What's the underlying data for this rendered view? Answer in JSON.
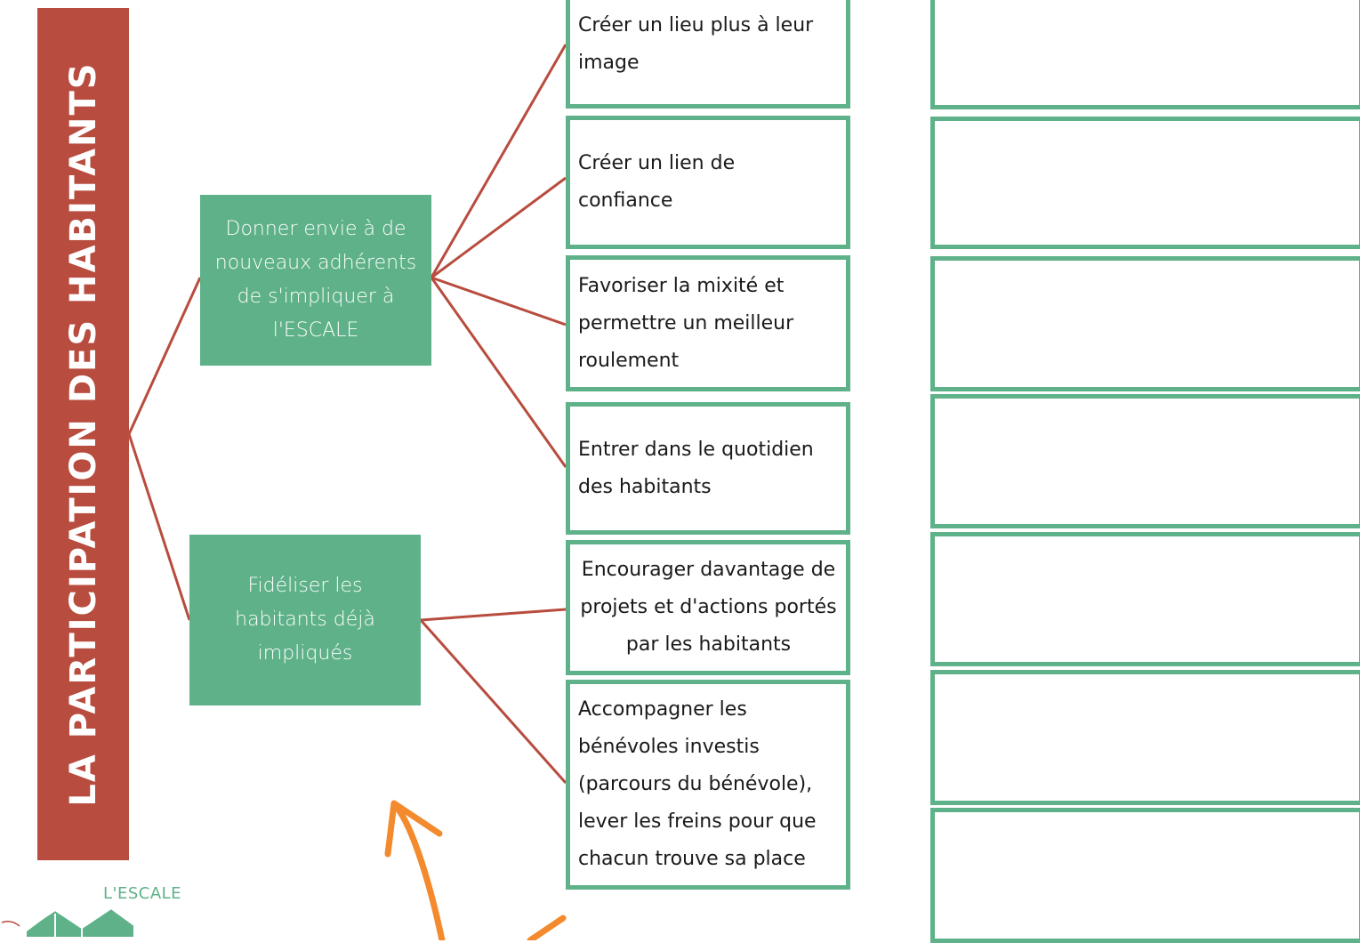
{
  "title": "LA PARTICIPATION DES HABITANTS",
  "colors": {
    "title_bg": "#b84c3e",
    "green": "#5eb188",
    "connector": "#b84c3e",
    "arrow": "#f38a2d"
  },
  "goals": [
    {
      "label": "Donner envie à de nouveaux adhérents de s'impliquer à l'ESCALE"
    },
    {
      "label": "Fidéliser les habitants déjà impliqués"
    }
  ],
  "objectives": [
    {
      "label": "Créer un lieu plus à leur image"
    },
    {
      "label": "Créer un lien de confiance"
    },
    {
      "label": "Favoriser la mixité et permettre un meilleur roulement"
    },
    {
      "label": "Entrer dans le quotidien des habitants"
    },
    {
      "label": "Encourager davantage de projets et d'actions portés par les habitants"
    },
    {
      "label": "Accompagner les bénévoles investis (parcours du bénévole), lever les freins pour que chacun trouve sa place"
    }
  ],
  "logo": {
    "name": "L'ESCALE",
    "icon": "escale-roof-icon"
  }
}
